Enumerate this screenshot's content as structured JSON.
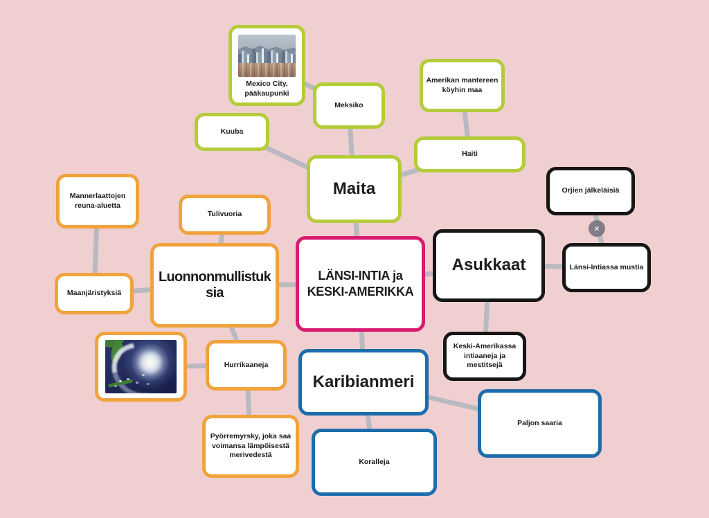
{
  "app": {
    "type": "mind-map-canvas"
  },
  "palette": {
    "background": "#f0cfd1",
    "node_fill": "#ffffff",
    "text": "#1c1c20",
    "connector_gray": "#b9b9c0",
    "green": "#b4cc39",
    "orange": "#f0a33c",
    "black": "#161616",
    "blue": "#1d6cab",
    "magenta": "#d81b70",
    "close_button_gray": "#70707a"
  },
  "nodes": {
    "center": {
      "label": "LÄNSI-INTIA ja\nKESKI-AMERIKKA",
      "color": "magenta"
    },
    "maita": {
      "label": "Maita",
      "color": "green"
    },
    "meksiko": {
      "label": "Meksiko",
      "color": "green"
    },
    "mexico_city": {
      "label": "Mexico City,\npääkaupunki",
      "color": "green",
      "image": "mexico-city-skyline-photo"
    },
    "kuuba": {
      "label": "Kuuba",
      "color": "green"
    },
    "amerikan_mantereen": {
      "label": "Amerikan mantereen\nköyhin maa",
      "color": "green"
    },
    "haiti": {
      "label": "Haiti",
      "color": "green"
    },
    "luonnonmullistuksia": {
      "label": "Luonnonmullistuksia",
      "color": "orange"
    },
    "mannerlaattojen": {
      "label": "Mannerlaattojen\nreuna-aluetta",
      "color": "orange"
    },
    "maanjaristyksia": {
      "label": "Maanjäristyksiä",
      "color": "orange"
    },
    "tulivuoria": {
      "label": "Tulivuoria",
      "color": "orange"
    },
    "hurrikaaneja": {
      "label": "Hurrikaaneja",
      "color": "orange"
    },
    "hurricane_photo": {
      "label": "",
      "color": "orange",
      "image": "hurricane-satellite-photo"
    },
    "pyorremyrsky": {
      "label": "Pyörremyrsky, joka saa\nvoimansa lämpöisestä\nmerivedestä",
      "color": "orange"
    },
    "asukkaat": {
      "label": "Asukkaat",
      "color": "black"
    },
    "orjien": {
      "label": "Orjien jälkeläisiä",
      "color": "black"
    },
    "lansi_intiassa": {
      "label": "Länsi-Intiassa mustia",
      "color": "black"
    },
    "keski_amerikassa": {
      "label": "Keski-Amerikassa\nintiaaneja ja\nmestitsejä",
      "color": "black"
    },
    "karibianmeri": {
      "label": "Karibianmeri",
      "color": "blue"
    },
    "koralleja": {
      "label": "Koralleja",
      "color": "blue"
    },
    "paljon_saaria": {
      "label": "Paljon saaria",
      "color": "blue"
    }
  },
  "controls": {
    "close_icon": "✕"
  }
}
